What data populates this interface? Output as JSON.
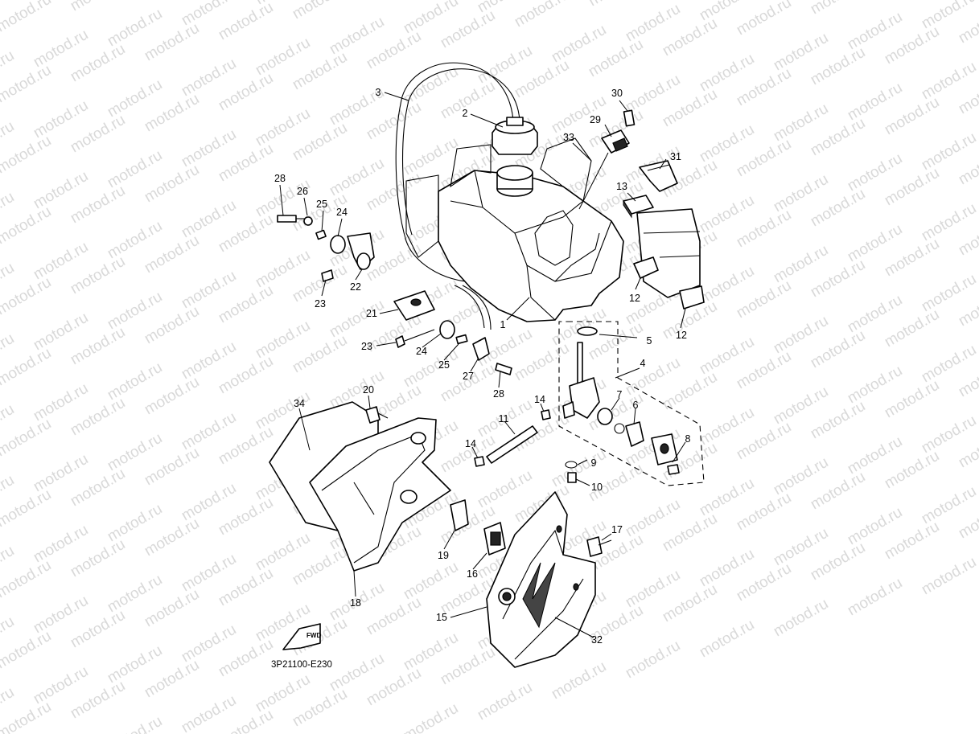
{
  "diagram_code": "3P21100-E230",
  "watermark": "motod.ru",
  "fwd_label": "FWD",
  "callouts": [
    "1",
    "2",
    "3",
    "4",
    "5",
    "6",
    "7",
    "8",
    "9",
    "10",
    "11",
    "12",
    "12",
    "13",
    "14",
    "14",
    "15",
    "16",
    "17",
    "18",
    "19",
    "20",
    "21",
    "22",
    "23",
    "23",
    "24",
    "24",
    "25",
    "25",
    "26",
    "27",
    "28",
    "28",
    "29",
    "30",
    "31",
    "32",
    "33",
    "34"
  ]
}
